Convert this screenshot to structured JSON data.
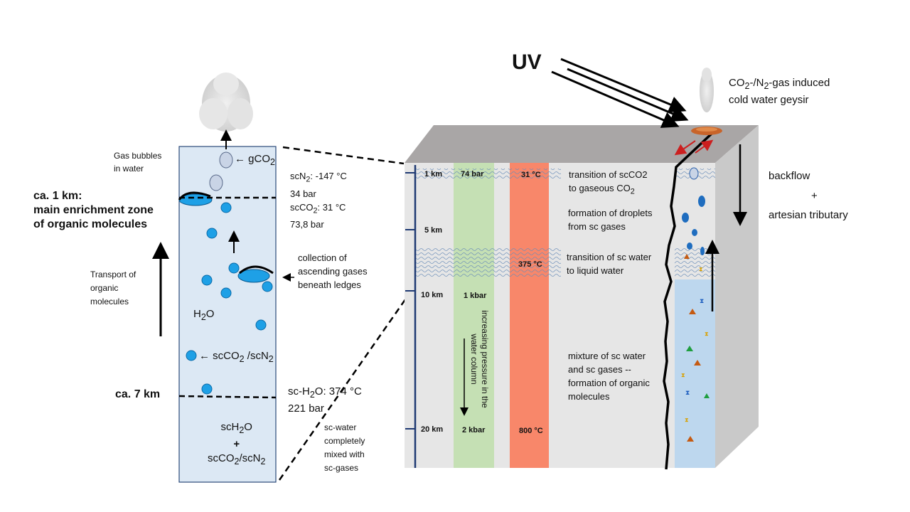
{
  "uv_label": "UV",
  "geysir": {
    "line1_pre": "CO",
    "line1_sub1": "2",
    "line1_mid": "-/N",
    "line1_sub2": "2",
    "line1_post": "-gas induced",
    "line2": "cold water geysir"
  },
  "right_labels": {
    "backflow": "backflow",
    "plus": "+",
    "artesian": "artesian tributary"
  },
  "left_column": {
    "gas_bubbles_line1": "Gas bubbles",
    "gas_bubbles_line2": "in water",
    "gco2_pre": "← gCO",
    "gco2_sub": "2",
    "enrichment_line1": "ca. 1 km:",
    "enrichment_line2": "main enrichment zone",
    "enrichment_line3": "of organic molecules",
    "transport_line1": "Transport of",
    "transport_line2": "organic",
    "transport_line3": "molecules",
    "h2o_pre": "H",
    "h2o_sub": "2",
    "h2o_post": "O",
    "scco2_pre": "← scCO",
    "scco2_sub": "2",
    "scco2_mid": " /scN",
    "scco2_sub2": "2",
    "ca7km": "ca. 7 km",
    "bottom_line1_pre": "scH",
    "bottom_line1_sub": "2",
    "bottom_line1_post": "O",
    "bottom_plus": "+",
    "bottom_line3_pre": "scCO",
    "bottom_line3_sub": "2",
    "bottom_line3_mid": "/scN",
    "bottom_line3_sub2": "2"
  },
  "middle_labels": {
    "scn2_pre": "scN",
    "scn2_sub": "2",
    "scn2_post": ": -147 °C",
    "scn2_bar": "34 bar",
    "scco2_pre": "scCO",
    "scco2_sub": "2",
    "scco2_post": ": 31 °C",
    "scco2_bar": "73,8 bar",
    "collection_line1": "collection of",
    "collection_line2": "ascending gases",
    "collection_line3": "beneath ledges",
    "sch2o_pre": "sc-H",
    "sch2o_sub": "2",
    "sch2o_post": "O: 374 °C",
    "sch2o_bar": "221 bar",
    "scwater_line1": "sc-water",
    "scwater_line2": "completely",
    "scwater_line3": "mixed with",
    "scwater_line4": "sc-gases"
  },
  "block": {
    "depths": [
      "1 km",
      "5 km",
      "10 km",
      "20 km"
    ],
    "pressures": [
      "74 bar",
      "1 kbar",
      "2 kbar"
    ],
    "temperatures": [
      "31 °C",
      "375 °C",
      "800 °C"
    ],
    "pressure_axis_line1": "increasing pressure in the",
    "pressure_axis_line2": "water column",
    "transition_co2_line1": "transition of scCO2",
    "transition_co2_line2_pre": "to gaseous CO",
    "transition_co2_line2_sub": "2",
    "droplets_line1": "formation of droplets",
    "droplets_line2": "from sc gases",
    "transition_water_line1": "transition of sc water",
    "transition_water_line2": "to liquid water",
    "mixture_line1": "mixture of sc water",
    "mixture_line2": "and sc gases --",
    "mixture_line3": "formation of organic",
    "mixture_line4": "molecules"
  },
  "colors": {
    "column_fill": "#dce8f4",
    "bubble_blue": "#1ea0e6",
    "pressure_band": "#c5e0b4",
    "temperature_band": "#f8876a",
    "block_top": "#a9a6a6",
    "block_front": "#e6e6e6",
    "block_side": "#c9c9c9",
    "crevice_water": "#bdd7ee",
    "arrow_red": "#cc1f1f",
    "geysir_orange": "#c8642a"
  }
}
